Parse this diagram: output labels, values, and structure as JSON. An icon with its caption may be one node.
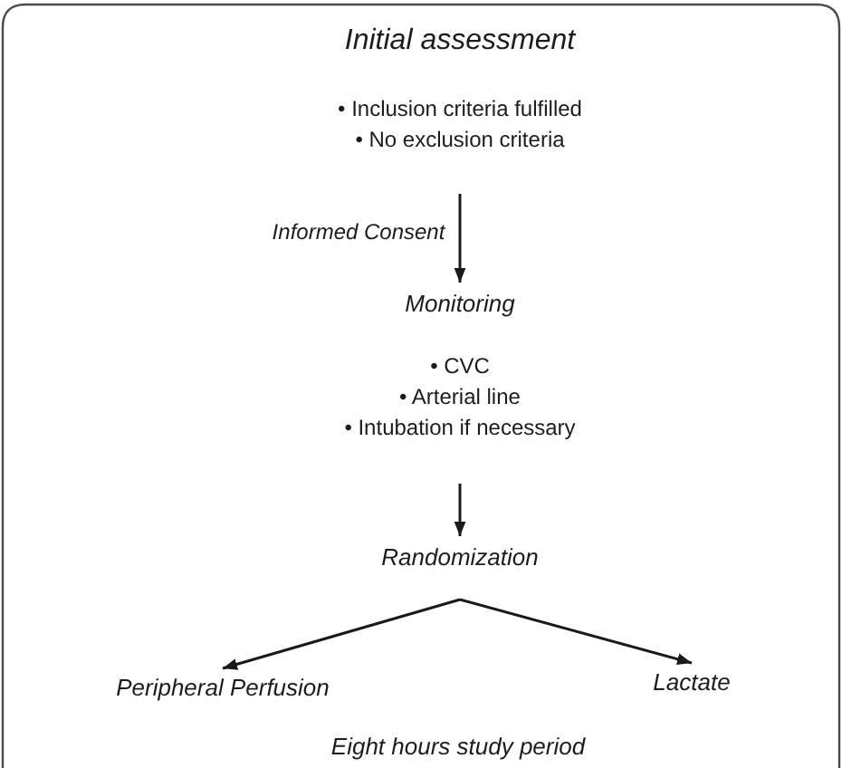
{
  "diagram": {
    "nodes": [
      {
        "text": [
          "Initial assessment",
          "• Inclusion criteria fulfilled",
          "• No exclusion criteria"
        ]
      },
      {
        "text": [
          "Monitoring",
          "• CVC",
          "• Arterial line",
          "• Intubation if necessary"
        ]
      },
      {
        "text": [
          "Randomization"
        ]
      },
      {
        "text": [
          "Peripheral Perfusion"
        ]
      },
      {
        "text": [
          "Lactate"
        ]
      }
    ],
    "edges": [
      {
        "from": 0,
        "to": 1,
        "arrow": "to",
        "label": "Informed Consent"
      },
      {
        "from": 1,
        "to": 2,
        "arrow": "to"
      },
      {
        "from": 2,
        "to": 3,
        "arrow": "to"
      },
      {
        "from": 2,
        "to": 4,
        "arrow": "to"
      }
    ],
    "labels": [
      "Eight hours study period"
    ]
  }
}
